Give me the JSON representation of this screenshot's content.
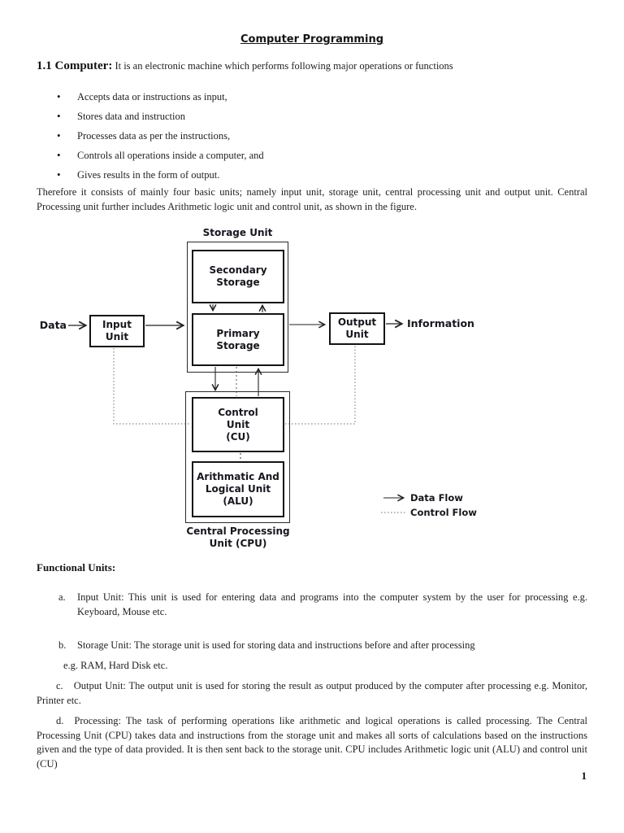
{
  "page": {
    "title": "Computer Programming",
    "page_number": "1"
  },
  "intro": {
    "heading": "1.1 Computer:",
    "text": "It is an electronic machine which performs following major operations or functions"
  },
  "bullets": [
    "Accepts data or instructions as input,",
    "Stores data and instruction",
    "Processes data as per the instructions,",
    "Controls all operations inside a computer, and",
    "Gives results in the form of output."
  ],
  "paragraph": "Therefore it consists of mainly four basic units; namely input unit, storage unit, central processing unit and output unit. Central Processing unit further includes Arithmetic logic unit and control unit, as shown in the figure.",
  "diagram": {
    "storage_unit_label": "Storage Unit",
    "secondary_storage": "Secondary\nStorage",
    "primary_storage": "Primary\nStorage",
    "input_unit": "Input\nUnit",
    "output_unit": "Output\nUnit",
    "data_label": "Data",
    "information_label": "Information",
    "control_unit": "Control\nUnit\n(CU)",
    "alu": "Arithmatic And\nLogical Unit\n(ALU)",
    "cpu_caption": "Central Processing\nUnit (CPU)",
    "legend": {
      "data_flow": "Data Flow",
      "control_flow": "Control Flow"
    },
    "solid_line_color": "#222222",
    "control_line_color": "#8a8a8a"
  },
  "functional_units": {
    "heading": "Functional Units:",
    "items": [
      {
        "marker": "a.",
        "text": "Input Unit: This unit is used for entering data and programs into the computer system by the user for processing e.g. Keyboard, Mouse etc."
      },
      {
        "marker": "b.",
        "text": "Storage Unit: The storage unit is used for storing data and instructions before and after processing",
        "sub": "e.g. RAM, Hard Disk etc."
      },
      {
        "marker": "c.",
        "text": "Output Unit: The output unit is used for storing the result as output produced by the computer after processing e.g. Monitor, Printer etc."
      },
      {
        "marker": "d.",
        "text": "Processing: The task of performing operations like arithmetic and logical operations is called processing. The Central Processing Unit (CPU) takes data and instructions from the storage unit and makes all sorts of calculations based on the instructions given and the type of data provided. It is then sent back to the storage unit. CPU includes Arithmetic logic unit (ALU) and control unit (CU)"
      }
    ]
  }
}
